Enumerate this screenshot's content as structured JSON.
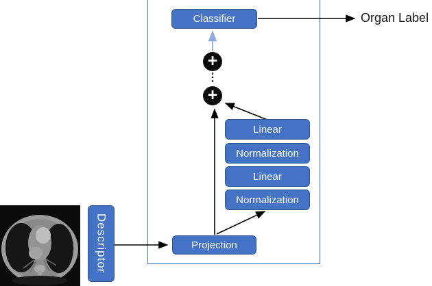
{
  "diagram": {
    "nodes": {
      "classifier": {
        "label": "Classifier"
      },
      "projection": {
        "label": "Projection"
      },
      "descriptor": {
        "label": "Descriptor"
      }
    },
    "stack": [
      {
        "label": "Linear"
      },
      {
        "label": "Normalization"
      },
      {
        "label": "Linear"
      },
      {
        "label": "Normalization"
      }
    ],
    "sum_symbol": "+",
    "ellipsis_symbol": "⋮",
    "output_label": "Organ Label",
    "input_image": "chest-ct-axial-slice",
    "colors": {
      "node_fill": "#4472C4",
      "node_border": "#2F528F",
      "node_text": "#FFFFFF",
      "container_border": "#4472C4",
      "sum_fill": "#0B0B0B",
      "arrow_black": "#000000",
      "arrow_blue": "#8FAADC"
    }
  }
}
